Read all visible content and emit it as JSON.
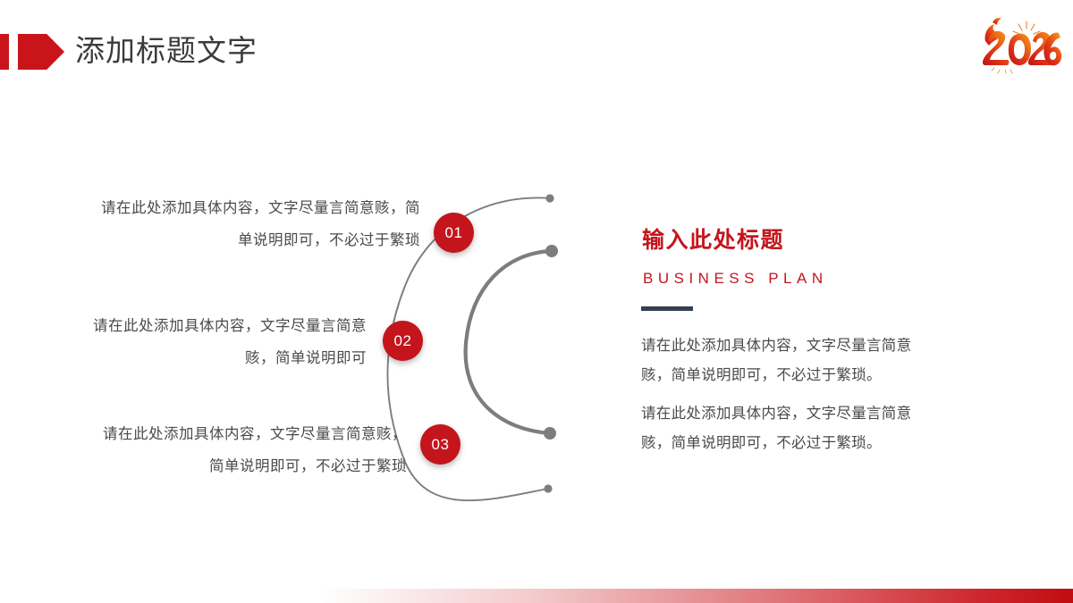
{
  "header": {
    "title": "添加标题文字",
    "accent_color": "#c9141b",
    "title_color": "#3b3b3b",
    "logo_text": "2026"
  },
  "diagram": {
    "items": [
      {
        "number": "01",
        "text": "请在此处添加具体内容，文字尽量言简意赅，简单说明即可，不必过于繁琐"
      },
      {
        "number": "02",
        "text": "请在此处添加具体内容，文字尽量言简意赅，简单说明即可"
      },
      {
        "number": "03",
        "text": "请在此处添加具体内容，文字尽量言简意赅，简单说明即可，不必过于繁琐"
      }
    ],
    "badge_color": "#c4151c",
    "arc_color": "#7d7d7d"
  },
  "right_panel": {
    "title": "输入此处标题",
    "subtitle": "BUSINESS PLAN",
    "title_color": "#c4151c",
    "rule_color": "#333f52",
    "paragraphs": [
      "请在此处添加具体内容，文字尽量言简意赅，简单说明即可，不必过于繁琐。",
      "请在此处添加具体内容，文字尽量言简意赅，简单说明即可，不必过于繁琐。"
    ]
  },
  "footer": {
    "bar_color": "#c00c12"
  }
}
